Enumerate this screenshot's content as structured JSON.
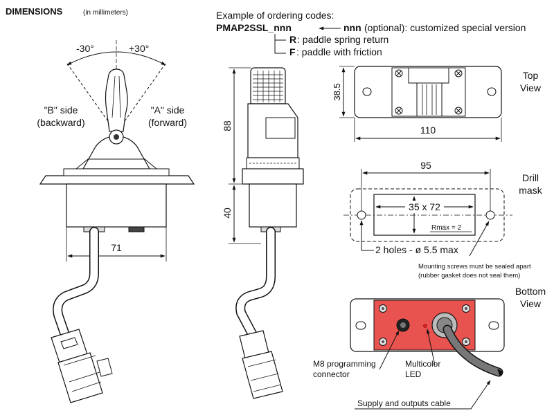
{
  "header": {
    "title": "DIMENSIONS",
    "unit_note": "(in millimeters)"
  },
  "ordering": {
    "intro": "Example of ordering codes:",
    "code": "PMAP2SSL_nnn",
    "nnn_label": "nnn",
    "nnn_desc": "(optional): customized special version",
    "r_key": "R",
    "r_desc": ": paddle spring return",
    "f_key": "F",
    "f_desc": ": paddle with friction"
  },
  "front_view": {
    "angle_left": "-30°",
    "angle_right": "+30°",
    "b_side_line1": "\"B\" side",
    "b_side_line2": "(backward)",
    "a_side_line1": "\"A\" side",
    "a_side_line2": "(forward)",
    "width_dim": "71"
  },
  "side_view": {
    "upper_height": "88",
    "lower_height": "40"
  },
  "top_view": {
    "label_line1": "Top",
    "label_line2": "View",
    "height_dim": "38.5",
    "width_dim": "110"
  },
  "drill_mask": {
    "label_line1": "Drill",
    "label_line2": "mask",
    "hole_spacing": "95",
    "cutout": "35 x 72",
    "rmax": "Rmax = 2",
    "holes": "2 holes - ø 5.5 max",
    "note_line1": "Mounting screws must be sealed apart",
    "note_line2": "(rubber gasket does not seal them)"
  },
  "bottom_view": {
    "label_line1": "Bottom",
    "label_line2": "View",
    "m8_line1": "M8 programming",
    "m8_line2": "connector",
    "led_line1": "Multicolor",
    "led_line2": "LED",
    "cable": "Supply and outputs cable",
    "panel_color": "#e8524f",
    "led_color": "#e02020"
  }
}
